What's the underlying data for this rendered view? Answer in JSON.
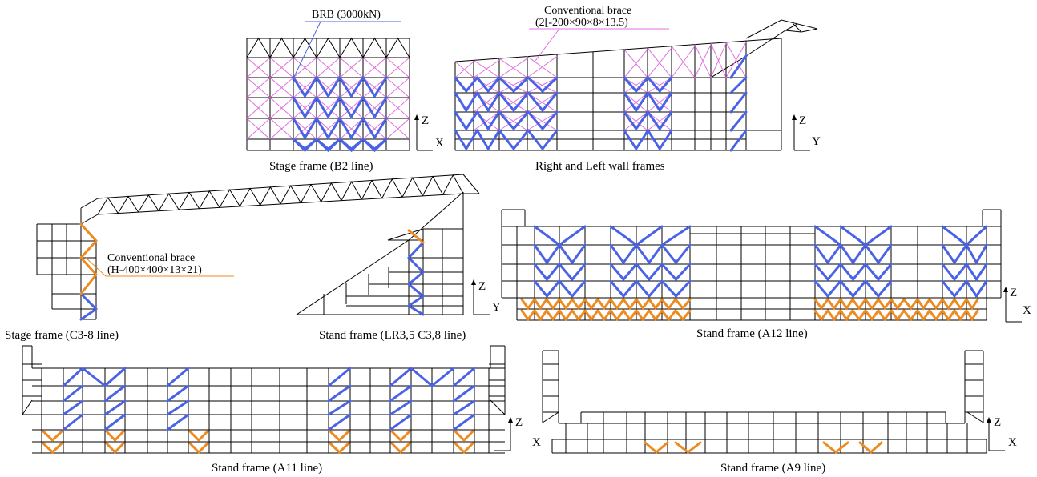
{
  "colors": {
    "frame": "#000000",
    "brb": "#4a63e6",
    "conventional_brace_upper": "#e070e0",
    "conventional_brace_lower": "#f08a1c"
  },
  "labels": {
    "brb": "BRB (3000kN)",
    "conv_upper_line1": "Conventional brace",
    "conv_upper_line2": "(2[-200×90×8×13.5)",
    "conv_lower_line1": "Conventional brace",
    "conv_lower_line2": "(H-400×400×13×21)"
  },
  "captions": {
    "stage_b2": "Stage frame (B2 line)",
    "right_left_wall": "Right and Left wall frames",
    "stage_c3_8": "Stage frame (C3-8 line)",
    "stand_lr": "Stand frame (LR3,5 C3,8 line)",
    "stand_a12": "Stand frame (A12 line)",
    "stand_a11": "Stand frame (A11 line)",
    "stand_a9": "Stand frame (A9 line)"
  },
  "axes": {
    "a1": {
      "v": "Z",
      "h": "X"
    },
    "a2": {
      "v": "Z",
      "h": "Y"
    },
    "a3": {
      "v": "Z",
      "h": "Y"
    },
    "a4": {
      "v": "Z",
      "h": "X"
    },
    "a5": {
      "v": "Z",
      "h": "X"
    },
    "a6": {
      "v": "Z",
      "h": "X"
    }
  }
}
